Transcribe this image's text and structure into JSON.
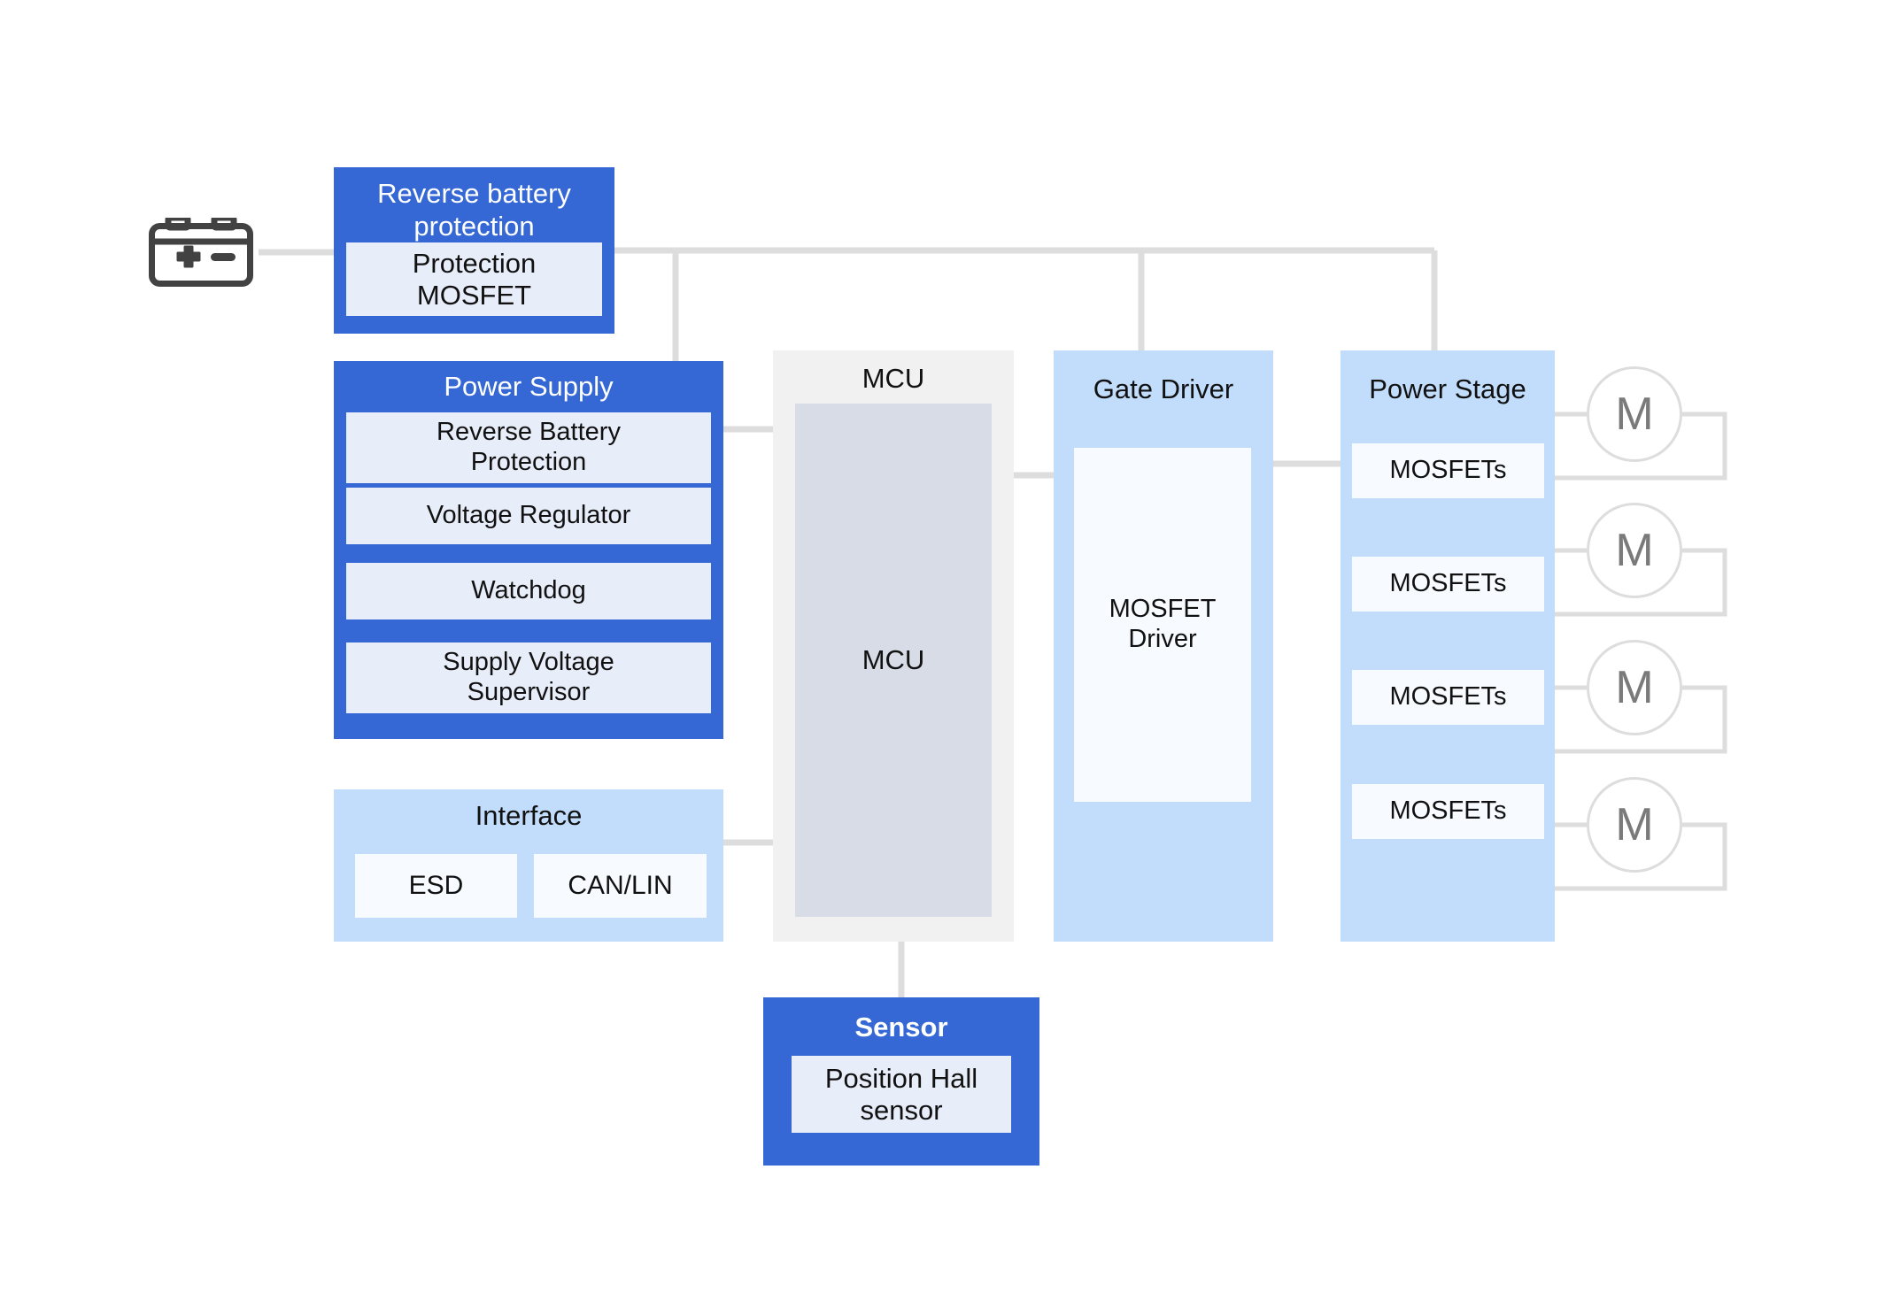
{
  "diagram": {
    "title": "Automotive motor control block diagram",
    "colors": {
      "dark_blue": "#3568d4",
      "light_blue": "#c2ddfb",
      "pale_blue_fill": "#e8edfa",
      "near_white_fill": "#f7fafe",
      "mcu_gray": "#f1f1f1",
      "mcu_core_gray": "#d8dce6",
      "wire_gray": "#dddddd",
      "motor_label_gray": "#7a7a7a",
      "battery_icon": "#424242"
    }
  },
  "battery": {
    "icon": "car-battery-icon",
    "plus_label": "+",
    "minus_label": "-"
  },
  "reverse_battery_protection": {
    "title": "Reverse battery\nprotection",
    "items": [
      {
        "label": "Protection\nMOSFET"
      }
    ]
  },
  "power_supply": {
    "title": "Power Supply",
    "items": [
      {
        "label": "Reverse Battery\nProtection"
      },
      {
        "label": "Voltage Regulator"
      },
      {
        "label": "Watchdog"
      },
      {
        "label": "Supply Voltage\nSupervisor"
      }
    ]
  },
  "interface": {
    "title": "Interface",
    "items": [
      {
        "label": "ESD"
      },
      {
        "label": "CAN/LIN"
      }
    ]
  },
  "mcu": {
    "title": "MCU",
    "items": [
      {
        "label": "MCU"
      }
    ]
  },
  "gate_driver": {
    "title": "Gate  Driver",
    "items": [
      {
        "label": "MOSFET\nDriver"
      }
    ]
  },
  "power_stage": {
    "title": "Power Stage",
    "items": [
      {
        "label": "MOSFETs"
      },
      {
        "label": "MOSFETs"
      },
      {
        "label": "MOSFETs"
      },
      {
        "label": "MOSFETs"
      }
    ]
  },
  "sensor": {
    "title": "Sensor",
    "items": [
      {
        "label": "Position Hall\nsensor"
      }
    ]
  },
  "motors": [
    {
      "label": "M"
    },
    {
      "label": "M"
    },
    {
      "label": "M"
    },
    {
      "label": "M"
    }
  ]
}
